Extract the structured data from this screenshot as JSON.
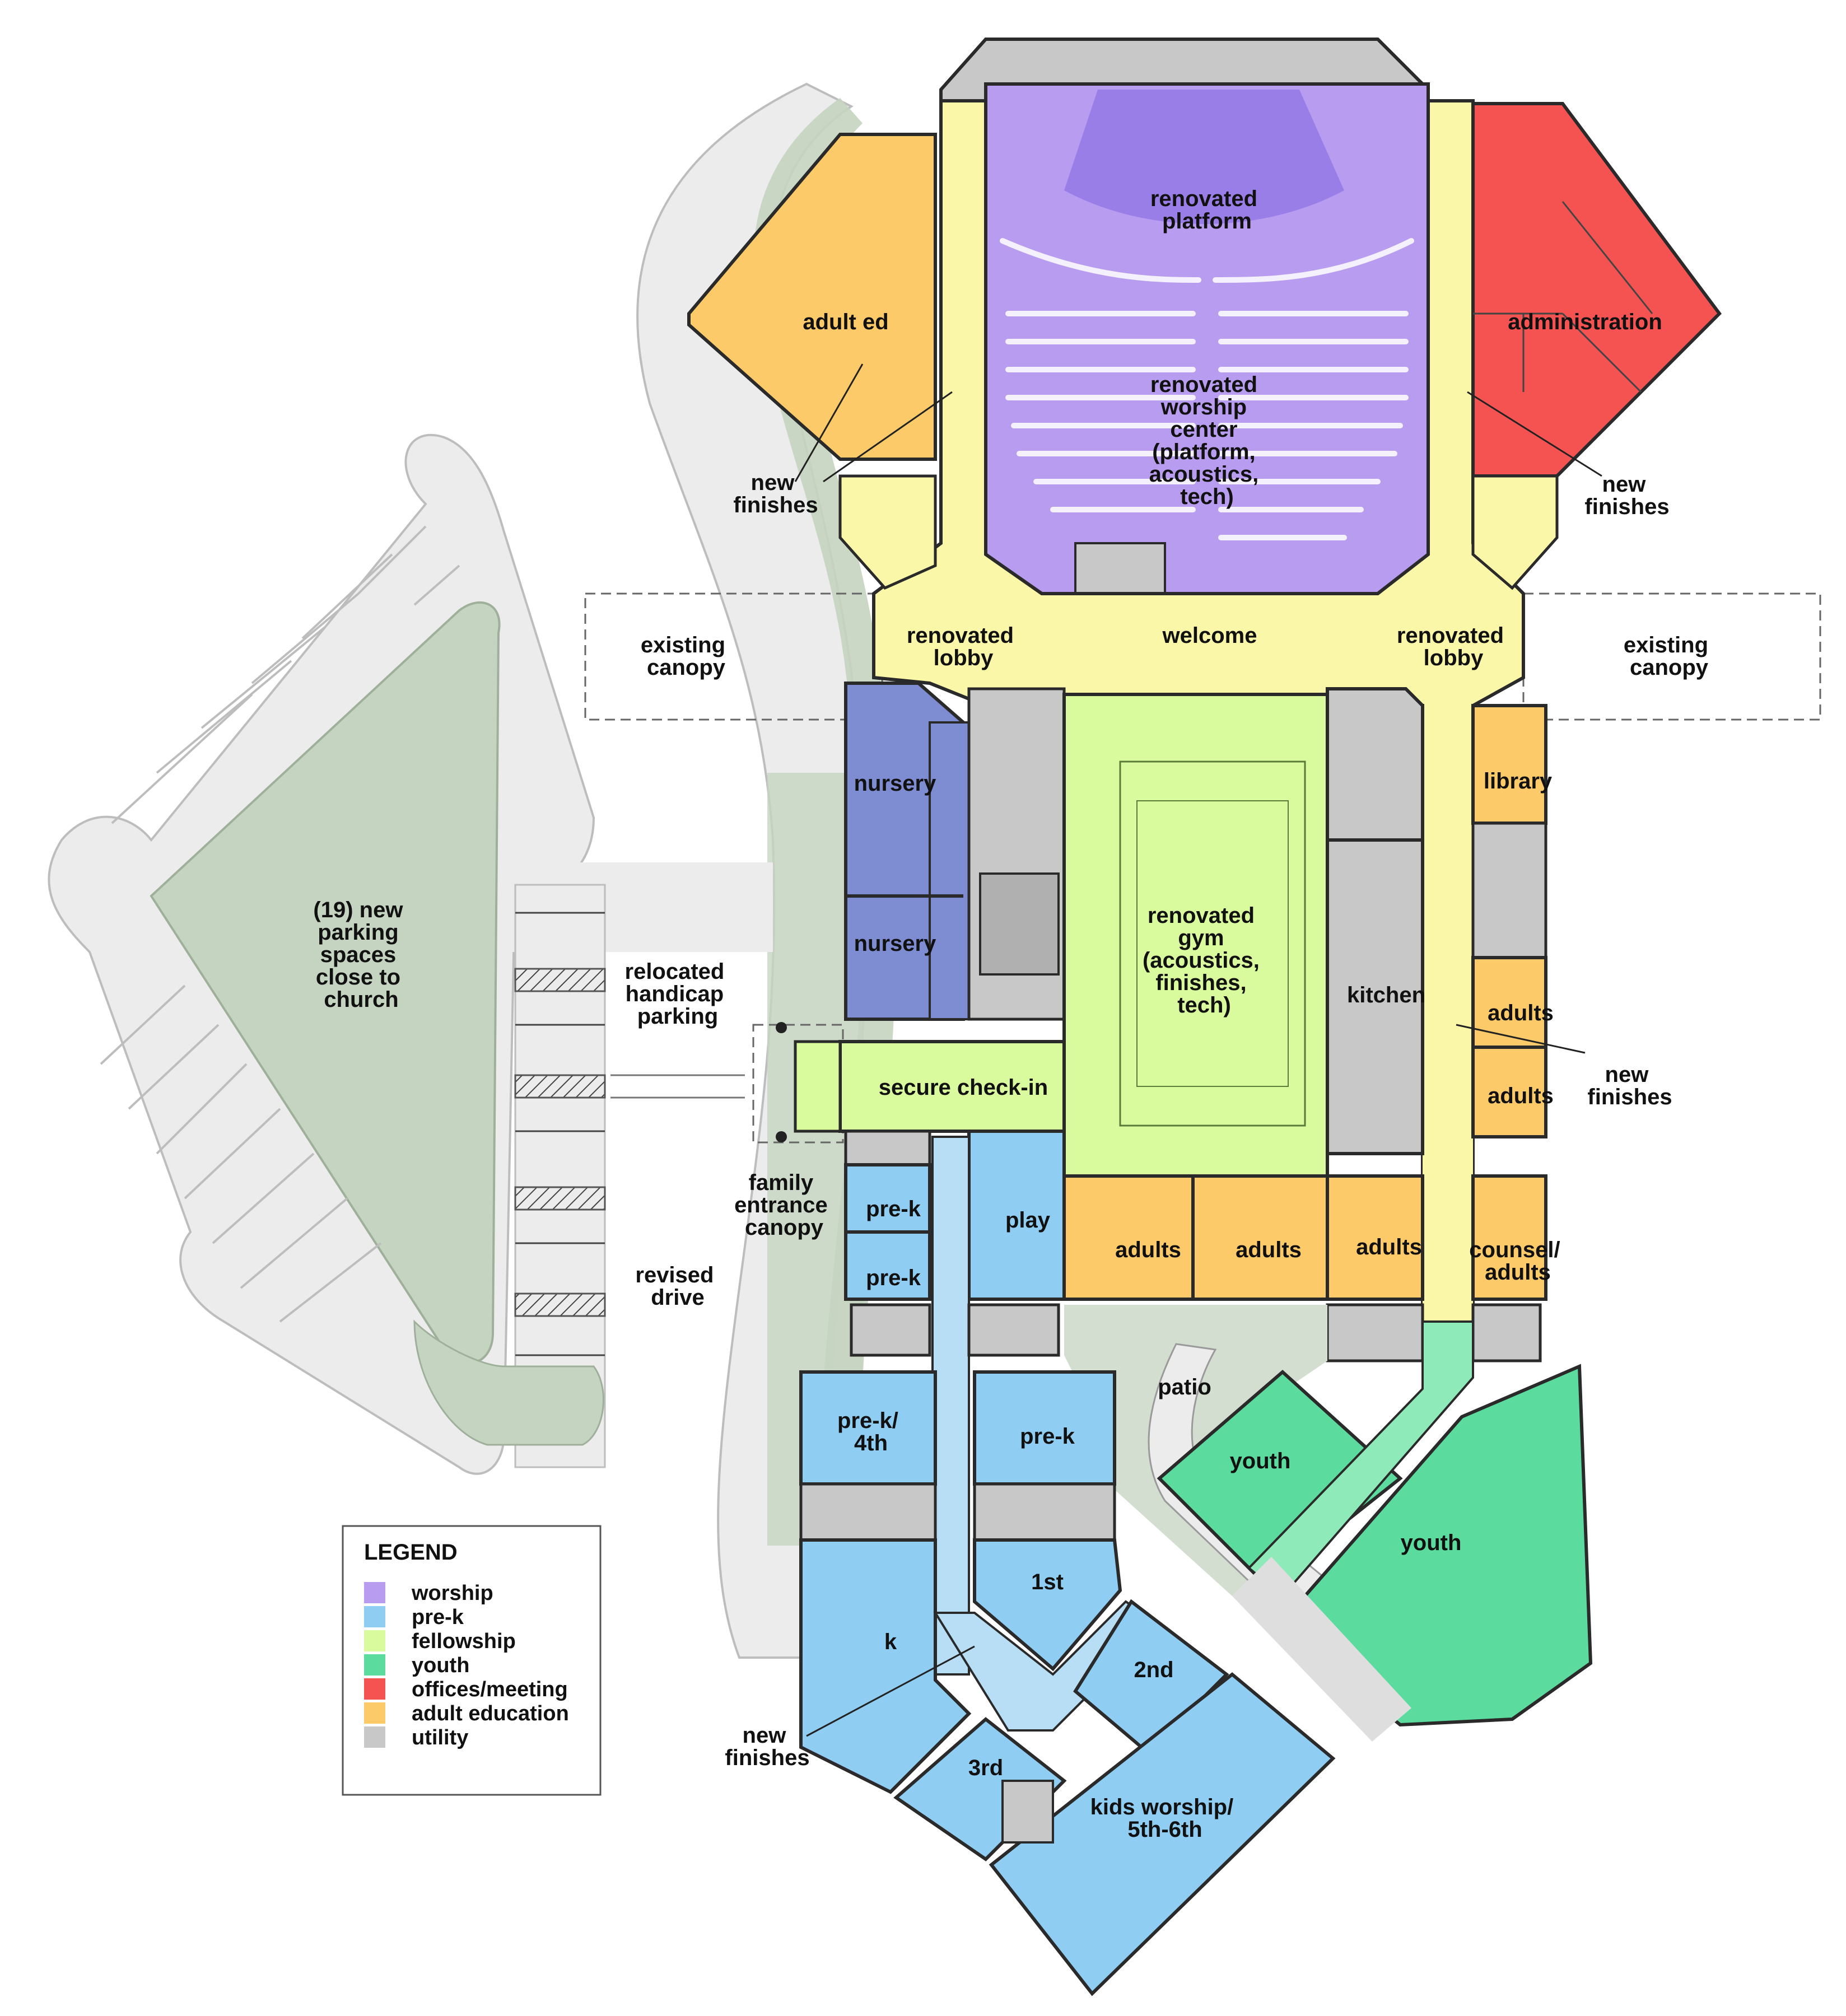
{
  "colors": {
    "worship": "#b89cf0",
    "prek": "#8fcdf2",
    "fellowship": "#d9fb9d",
    "youth": "#5bdc9e",
    "offices": "#f55252",
    "adult": "#fcca68",
    "utility": "#c8c8c8",
    "lobby": "#fbf7a9",
    "nursery": "#7e8cd2",
    "site_green": "#c5d4c0",
    "paving": "#ececec"
  },
  "rooms": {
    "renovated_platform": [
      "renovated",
      "platform"
    ],
    "worship_center": [
      "renovated",
      "worship",
      "center",
      "(platform,",
      "acoustics,",
      "tech)"
    ],
    "adult_ed": "adult ed",
    "administration": "administration",
    "welcome": "welcome",
    "renovated_lobby_left": [
      "renovated",
      "lobby"
    ],
    "renovated_lobby_right": [
      "renovated",
      "lobby"
    ],
    "nursery_top": "nursery",
    "nursery_bottom": "nursery",
    "gym": [
      "renovated",
      "gym",
      "(acoustics,",
      "finishes,",
      "tech)"
    ],
    "kitchen": "kitchen",
    "library": "library",
    "adults_east_1": "adults",
    "adults_east_2": "adults",
    "secure_check_in": "secure check-in",
    "prek_1": "pre-k",
    "prek_2": "pre-k",
    "play": "play",
    "adults_south_1": "adults",
    "adults_south_2": "adults",
    "adults_south_3": "adults",
    "counsel": [
      "counsel/",
      "adults"
    ],
    "patio": "patio",
    "prek_4th": [
      "pre-k/",
      "4th"
    ],
    "prek_3": "pre-k",
    "youth_small": "youth",
    "youth_large": "youth",
    "first": "1st",
    "k": "k",
    "second": "2nd",
    "third": "3rd",
    "kids_worship": [
      "kids worship/",
      "5th-6th"
    ]
  },
  "notes": {
    "new_finishes_nw": [
      "new",
      "finishes"
    ],
    "new_finishes_ne": [
      "new",
      "finishes"
    ],
    "new_finishes_e": [
      "new",
      "finishes"
    ],
    "new_finishes_sw": [
      "new",
      "finishes"
    ],
    "existing_canopy_left": [
      "existing",
      "canopy"
    ],
    "existing_canopy_right": [
      "existing",
      "canopy"
    ],
    "parking": [
      "(19) new",
      "parking",
      "spaces",
      "close to",
      "church"
    ],
    "handicap": [
      "relocated",
      "handicap",
      "parking"
    ],
    "family_canopy": [
      "family",
      "entrance",
      "canopy"
    ],
    "revised_drive": [
      "revised",
      "drive"
    ]
  },
  "legend": {
    "title": "LEGEND",
    "items": [
      {
        "label": "worship",
        "color": "#b89cf0"
      },
      {
        "label": "pre-k",
        "color": "#8fcdf2"
      },
      {
        "label": "fellowship",
        "color": "#d9fb9d"
      },
      {
        "label": "youth",
        "color": "#5bdc9e"
      },
      {
        "label": "offices/meeting",
        "color": "#f55252"
      },
      {
        "label": "adult education",
        "color": "#fcca68"
      },
      {
        "label": "utility",
        "color": "#c8c8c8"
      }
    ]
  }
}
